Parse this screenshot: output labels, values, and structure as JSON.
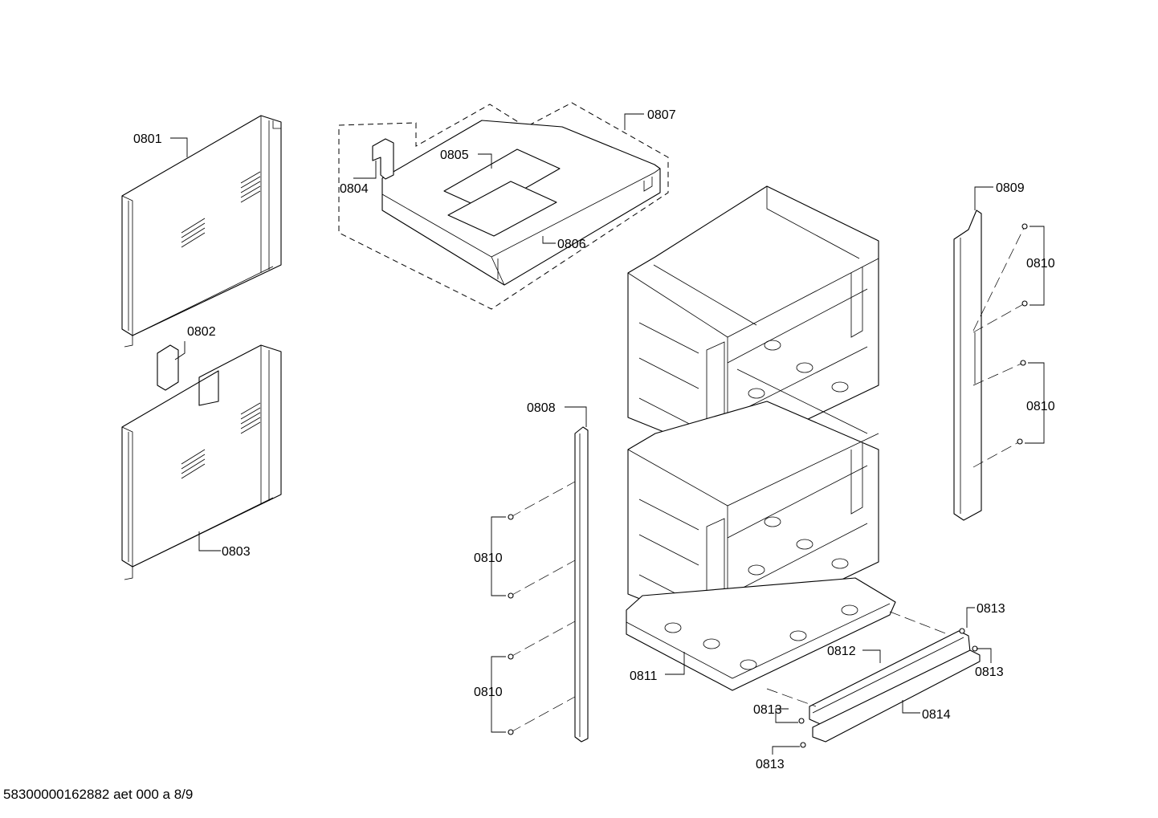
{
  "labels": {
    "p0801": "0801",
    "p0802": "0802",
    "p0803": "0803",
    "p0804": "0804",
    "p0805": "0805",
    "p0806": "0806",
    "p0807": "0807",
    "p0808": "0808",
    "p0809": "0809",
    "p0810_a": "0810",
    "p0810_b": "0810",
    "p0810_c": "0810",
    "p0810_d": "0810",
    "p0811": "0811",
    "p0812": "0812",
    "p0813_a": "0813",
    "p0813_b": "0813",
    "p0813_c": "0813",
    "p0813_d": "0813",
    "p0814": "0814"
  },
  "footer": {
    "doc_id": "58300000162882 aet 000 a 8/9"
  }
}
